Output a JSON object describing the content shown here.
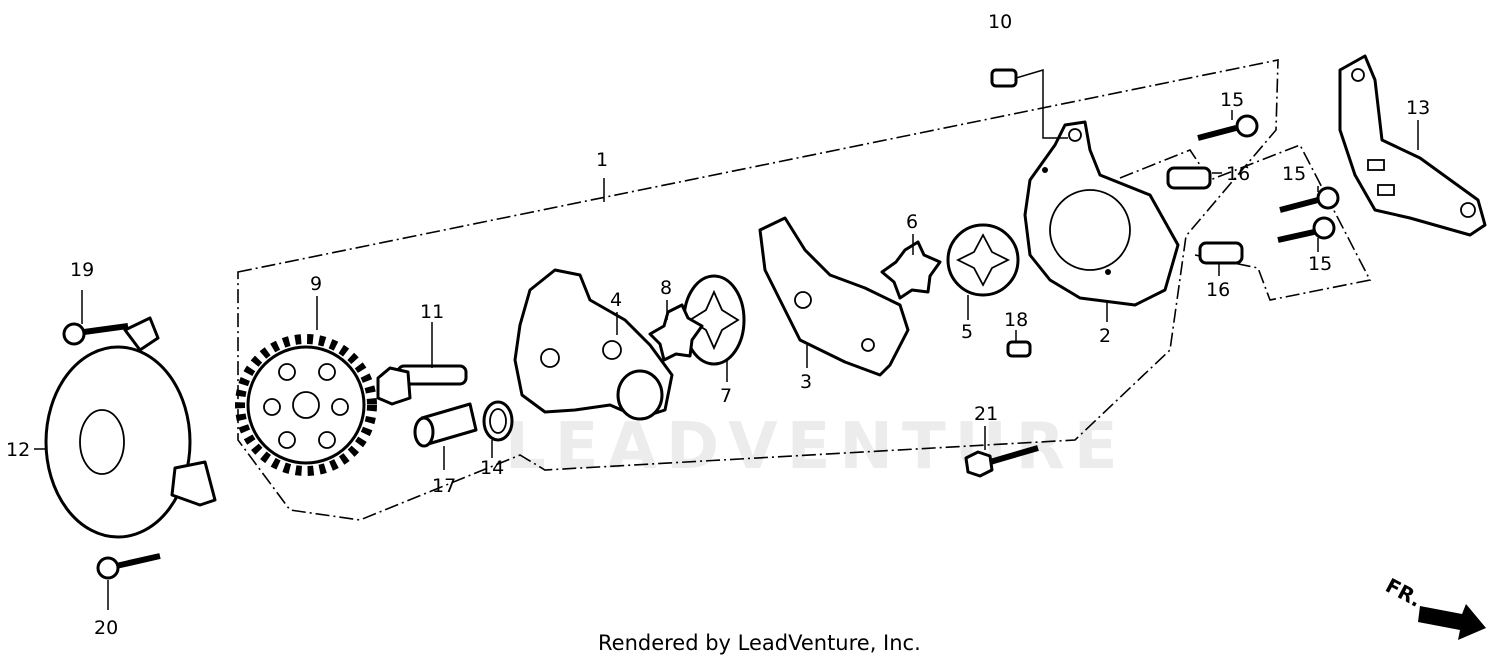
{
  "watermark": "LEADVENTURE",
  "credit": "Rendered by LeadVenture, Inc.",
  "direction_badge": "FR.",
  "callouts": [
    "1",
    "2",
    "3",
    "4",
    "5",
    "6",
    "7",
    "8",
    "9",
    "10",
    "11",
    "12",
    "13",
    "14",
    "15",
    "15",
    "15",
    "16",
    "16",
    "17",
    "18",
    "19",
    "20",
    "21"
  ]
}
